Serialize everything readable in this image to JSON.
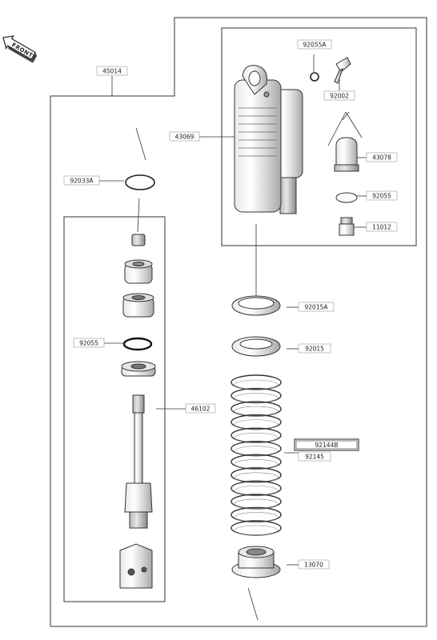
{
  "front_label": "FRONT",
  "parts": {
    "p45014": "45014",
    "p43069": "43069",
    "p92055A": "92055A",
    "p92002": "92002",
    "p43078": "43078",
    "p92055b": "92055",
    "p11012": "11012",
    "p92033A": "92033A",
    "p92055": "92055",
    "p46102": "46102",
    "p92015A": "92015A",
    "p92015": "92015",
    "p92144B": "92144B",
    "p92145": "92145",
    "p13070": "13070"
  }
}
